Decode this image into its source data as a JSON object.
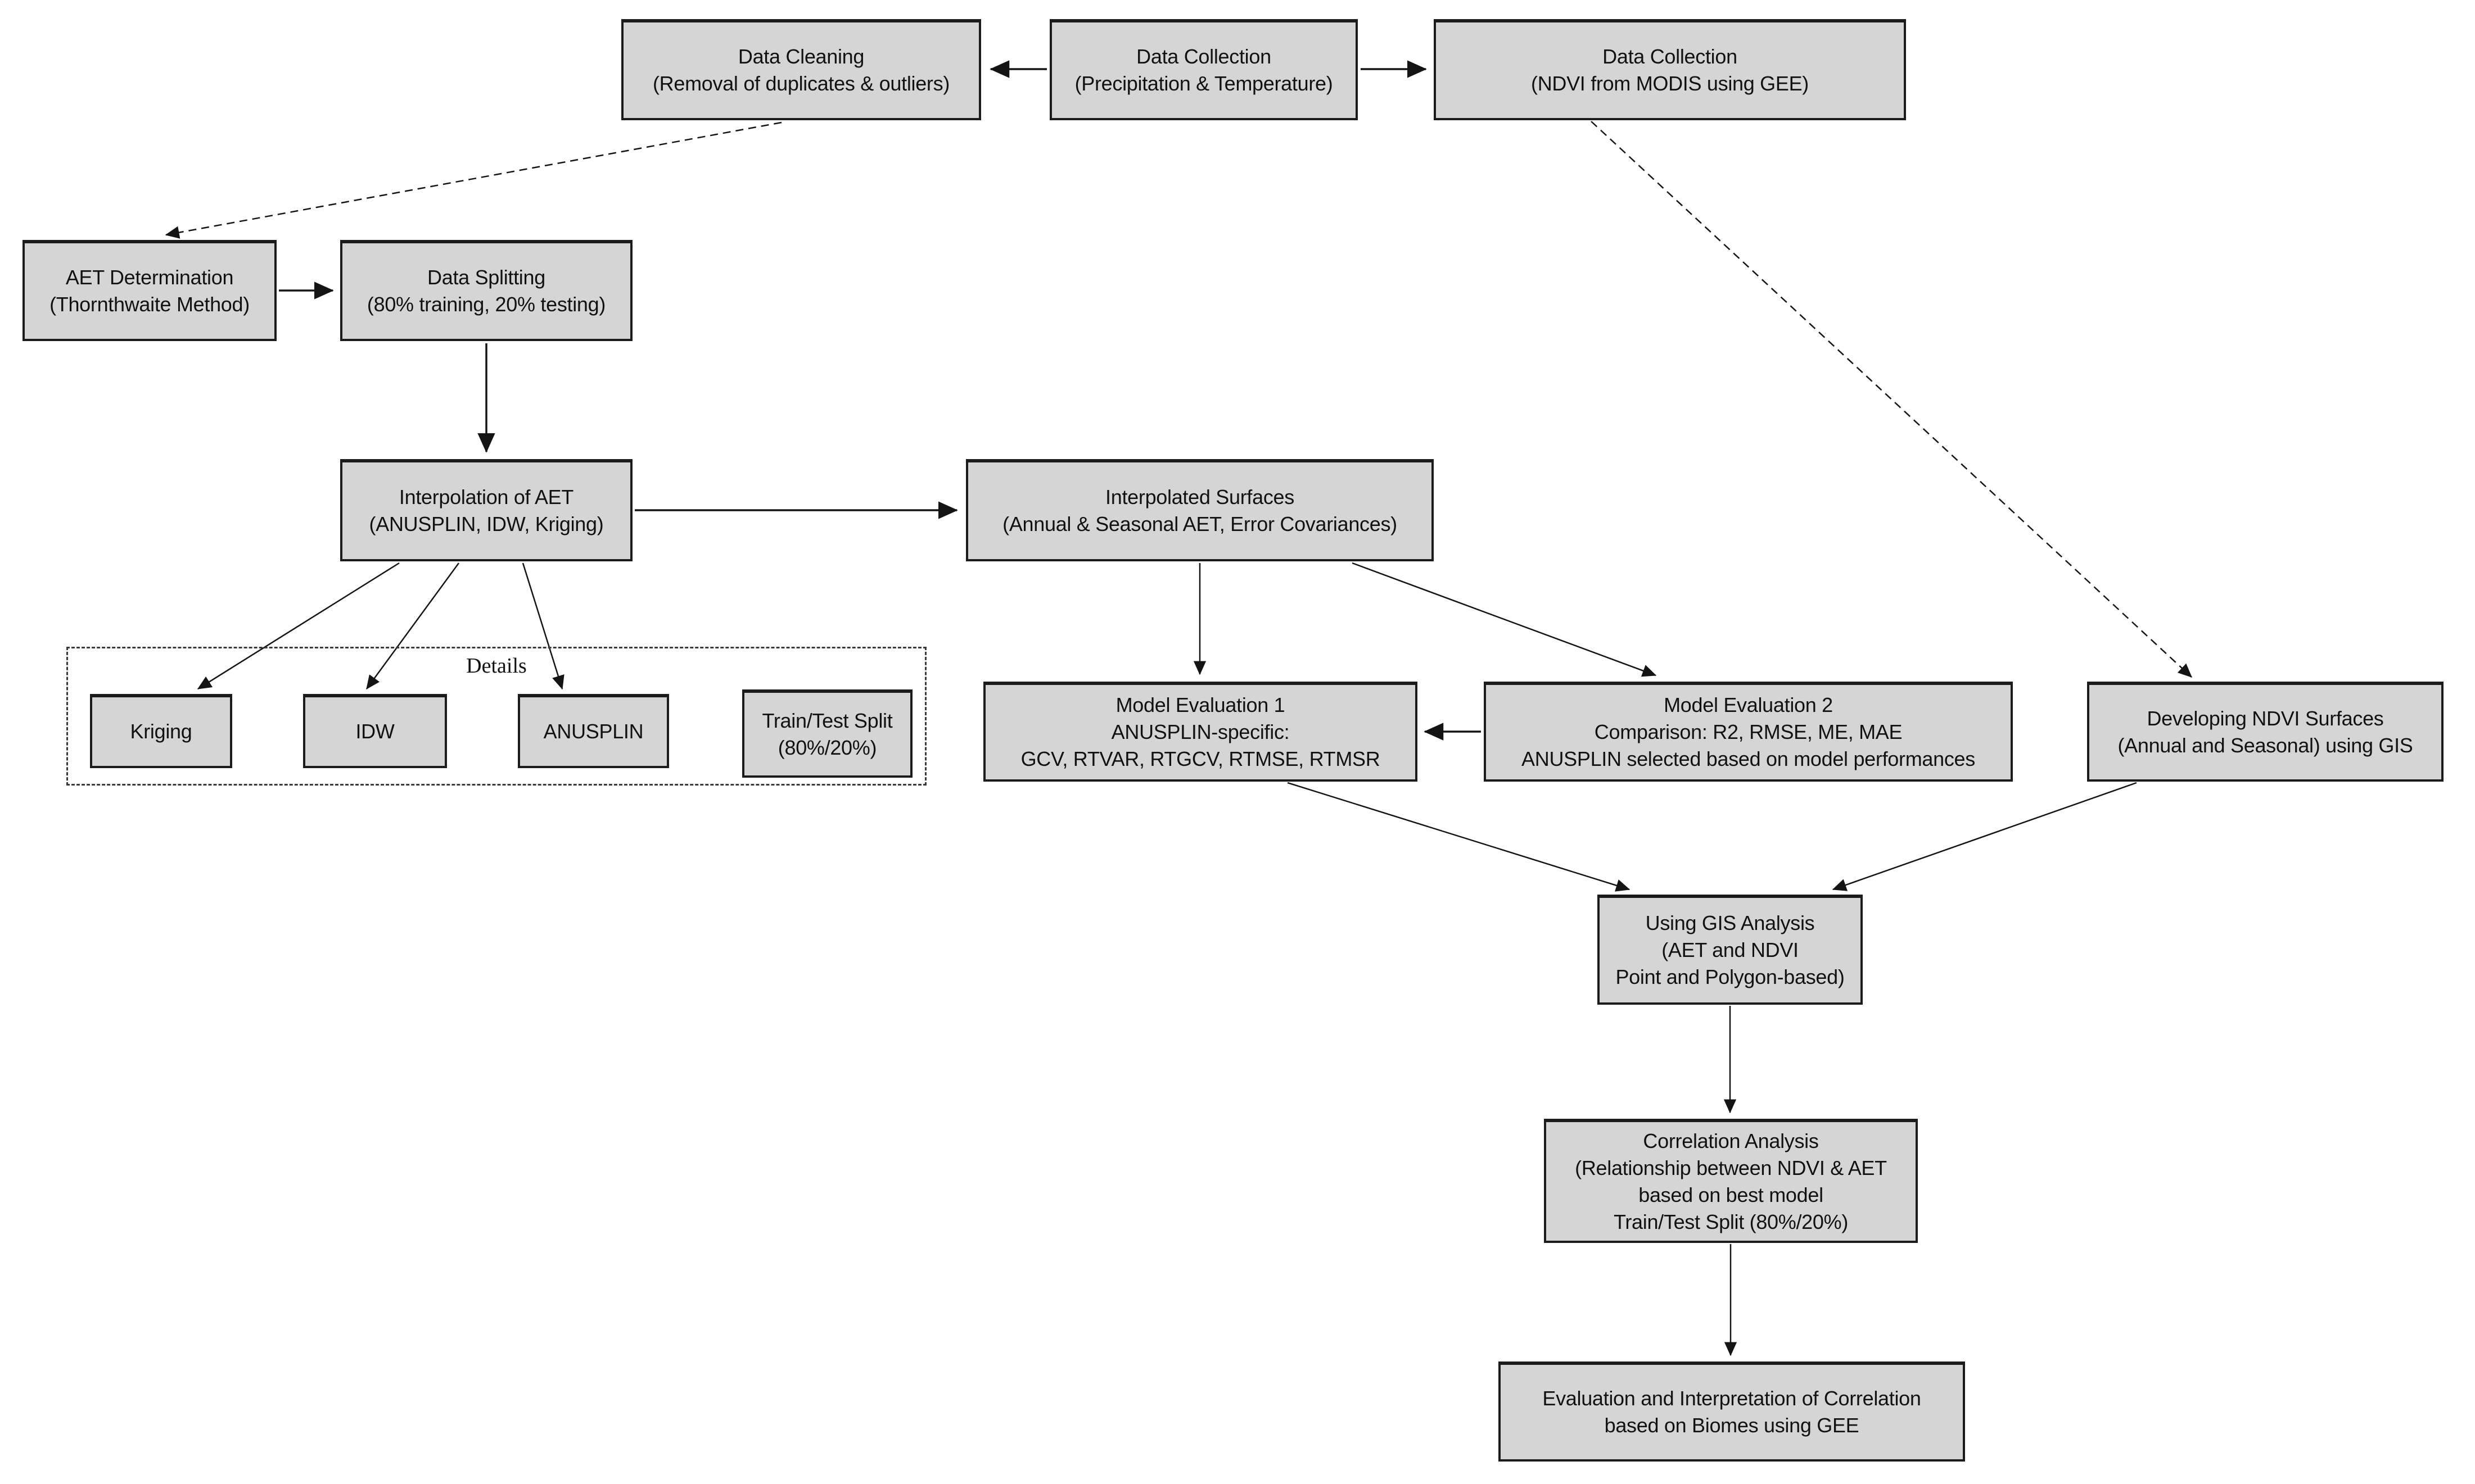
{
  "diagram": {
    "colors": {
      "background": "#ffffff",
      "box_fill": "#d5d5d5",
      "box_border": "#1b1b1b",
      "arrow": "#141414"
    },
    "details_label": "Details",
    "nodes": {
      "data_cleaning": {
        "lines": [
          "Data Cleaning",
          "(Removal of duplicates & outliers)"
        ]
      },
      "data_collection_pt": {
        "lines": [
          "Data Collection",
          "(Precipitation & Temperature)"
        ]
      },
      "data_collection_ndvi": {
        "lines": [
          "Data Collection",
          "(NDVI from MODIS using GEE)"
        ]
      },
      "aet_determination": {
        "lines": [
          "AET Determination",
          "(Thornthwaite Method)"
        ]
      },
      "data_splitting": {
        "lines": [
          "Data Splitting",
          "(80% training, 20% testing)"
        ]
      },
      "interpolation_aet": {
        "lines": [
          "Interpolation of AET",
          "(ANUSPLIN, IDW, Kriging)"
        ]
      },
      "interpolated_surfaces": {
        "lines": [
          "Interpolated Surfaces",
          "(Annual & Seasonal AET, Error Covariances)"
        ]
      },
      "kriging": {
        "lines": [
          "Kriging"
        ]
      },
      "idw": {
        "lines": [
          "IDW"
        ]
      },
      "anusplin": {
        "lines": [
          "ANUSPLIN"
        ]
      },
      "train_test_split": {
        "lines": [
          "Train/Test Split",
          "(80%/20%)"
        ]
      },
      "model_evaluation_1": {
        "lines": [
          "Model Evaluation 1",
          "ANUSPLIN-specific:",
          "GCV, RTVAR, RTGCV, RTMSE, RTMSR"
        ]
      },
      "model_evaluation_2": {
        "lines": [
          "Model Evaluation 2",
          "Comparison: R2, RMSE, ME, MAE",
          "ANUSPLIN selected based on model performances"
        ]
      },
      "developing_ndvi": {
        "lines": [
          "Developing NDVI Surfaces",
          "(Annual and Seasonal) using GIS"
        ]
      },
      "using_gis": {
        "lines": [
          "Using GIS Analysis",
          "(AET and NDVI",
          "Point and Polygon-based)"
        ]
      },
      "correlation_analysis": {
        "lines": [
          "Correlation Analysis",
          "(Relationship between NDVI & AET",
          "based on best model",
          "Train/Test Split (80%/20%)"
        ]
      },
      "evaluation_interpretation": {
        "lines": [
          "Evaluation and Interpretation of Correlation",
          "based on Biomes using GEE"
        ]
      }
    }
  }
}
